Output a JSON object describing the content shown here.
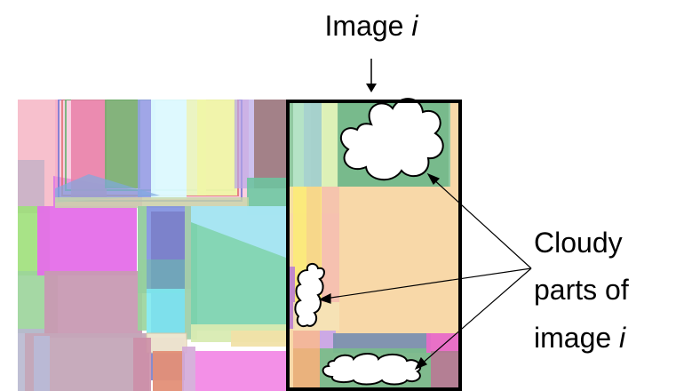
{
  "title": {
    "prefix": "Image ",
    "var": "i"
  },
  "callout": {
    "line1": "Cloudy",
    "line2": "parts of",
    "line3_prefix": "image ",
    "line3_var": "i"
  },
  "colors": {
    "frame": "#000000",
    "cloud_fill": "#ffffff",
    "cloud_stroke": "#000000"
  }
}
